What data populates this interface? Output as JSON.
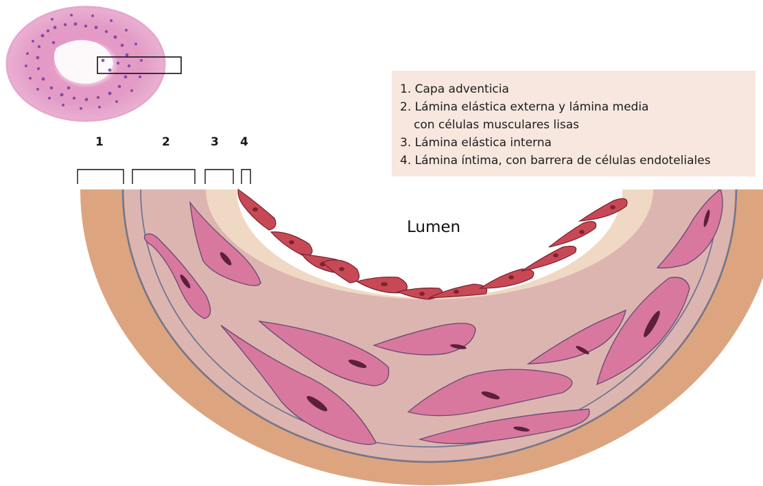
{
  "legend": {
    "items": [
      "1. Capa adventicia",
      "2. Lámina elástica externa y lámina media",
      "con células musculares lisas",
      "3. Lámina elástica interna",
      "4. Lámina íntima, con barrera de células endoteliales"
    ]
  },
  "layer_numbers": [
    "1",
    "2",
    "3",
    "4"
  ],
  "lumen_label": "Lumen",
  "colors": {
    "adventitia": "#dca580",
    "media": "#ddb5b0",
    "elastic_line": "#6f7592",
    "internal_elastic": "#f0d9c4",
    "endothelium": "#c84955",
    "smooth_muscle": "#d9789e",
    "nucleus": "#5d1f3e",
    "legend_bg": "#f7e7df"
  }
}
